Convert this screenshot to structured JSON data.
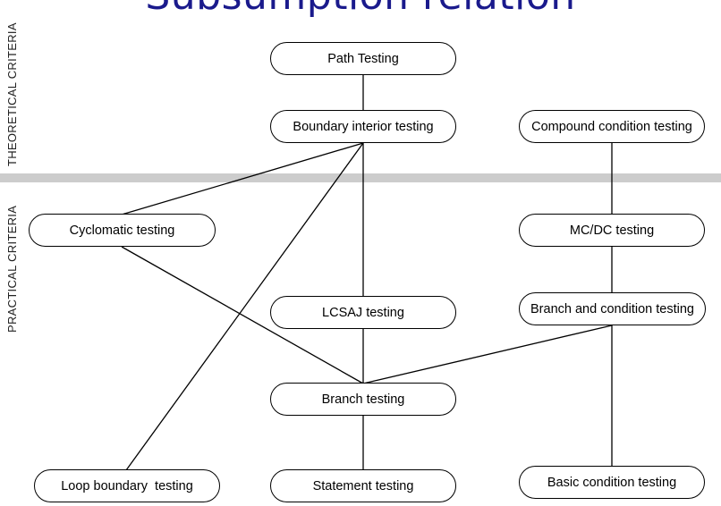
{
  "title": "Subsumption relation",
  "side_labels": {
    "theoretical": "THEORETICAL CRITERIA",
    "practical": "PRACTICAL CRITERIA"
  },
  "nodes": {
    "path": "Path Testing",
    "boundary_interior": "Boundary interior testing",
    "compound_condition": "Compound condition testing",
    "cyclomatic": "Cyclomatic testing",
    "mcdc": "MC/DC testing",
    "lcsaj": "LCSAJ testing",
    "branch_condition": "Branch and condition testing",
    "branch": "Branch testing",
    "loop_boundary": "Loop boundary  testing",
    "statement": "Statement testing",
    "basic_condition": "Basic condition testing"
  },
  "edges": [
    [
      "path",
      "boundary_interior"
    ],
    [
      "boundary_interior",
      "cyclomatic"
    ],
    [
      "boundary_interior",
      "loop_boundary"
    ],
    [
      "boundary_interior",
      "lcsaj"
    ],
    [
      "lcsaj",
      "branch"
    ],
    [
      "cyclomatic",
      "branch"
    ],
    [
      "branch_condition",
      "branch"
    ],
    [
      "branch",
      "statement"
    ],
    [
      "compound_condition",
      "mcdc"
    ],
    [
      "mcdc",
      "branch_condition"
    ],
    [
      "branch_condition",
      "basic_condition"
    ]
  ]
}
